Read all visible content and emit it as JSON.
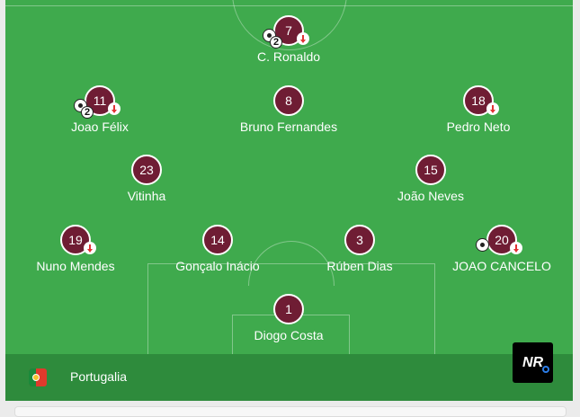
{
  "team": {
    "name": "Portugalia",
    "flag_icon": "portugal-flag-icon"
  },
  "colors": {
    "pitch": "#3faa4d",
    "footer": "#2e8b3c",
    "player_disc": "#6f1d34",
    "substitution_arrow": "#e03333"
  },
  "logo": {
    "text": "NR"
  },
  "players": [
    {
      "number": "7",
      "name": "C. Ronaldo",
      "goals": "2",
      "subbed_off": true
    },
    {
      "number": "11",
      "name": "Joao Félix",
      "goals": "2",
      "subbed_off": true
    },
    {
      "number": "8",
      "name": "Bruno Fernandes"
    },
    {
      "number": "18",
      "name": "Pedro Neto",
      "subbed_off": true
    },
    {
      "number": "23",
      "name": "Vitinha"
    },
    {
      "number": "15",
      "name": "João Neves"
    },
    {
      "number": "19",
      "name": "Nuno Mendes",
      "subbed_off": true
    },
    {
      "number": "14",
      "name": "Gonçalo Inácio"
    },
    {
      "number": "3",
      "name": "Rúben Dias"
    },
    {
      "number": "20",
      "name": "JOAO CANCELO",
      "goals": "1",
      "subbed_off": true
    },
    {
      "number": "1",
      "name": "Diogo Costa"
    }
  ]
}
